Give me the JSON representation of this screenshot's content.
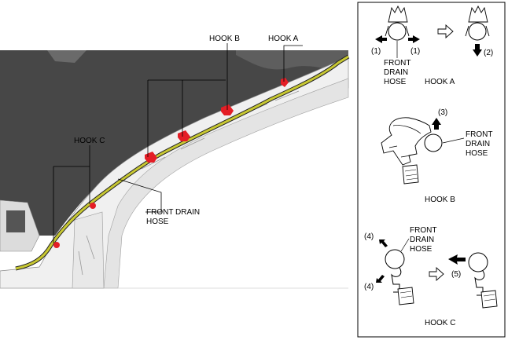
{
  "main": {
    "hook_a_label": "HOOK A",
    "hook_b_label": "HOOK B",
    "hook_c_label": "HOOK C",
    "hose_label_line1": "FRONT DRAIN",
    "hose_label_line2": "HOSE"
  },
  "panel": {
    "hook_a": {
      "step1_left": "(1)",
      "step1_right": "(1)",
      "step2": "(2)",
      "hose_line1": "FRONT",
      "hose_line2": "DRAIN",
      "hose_line3": "HOSE",
      "caption": "HOOK A"
    },
    "hook_b": {
      "step3": "(3)",
      "hose_line1": "FRONT",
      "hose_line2": "DRAIN",
      "hose_line3": "HOSE",
      "caption": "HOOK B"
    },
    "hook_c": {
      "step4_top": "(4)",
      "step4_bottom": "(4)",
      "step5": "(5)",
      "hose_line1": "FRONT",
      "hose_line2": "DRAIN",
      "hose_line3": "HOSE",
      "caption": "HOOK C"
    }
  },
  "colors": {
    "hose": "#c8c832",
    "clip": "#e41e26",
    "body_dark": "#474747",
    "body_light": "#f2f2f2",
    "line": "#000000"
  }
}
